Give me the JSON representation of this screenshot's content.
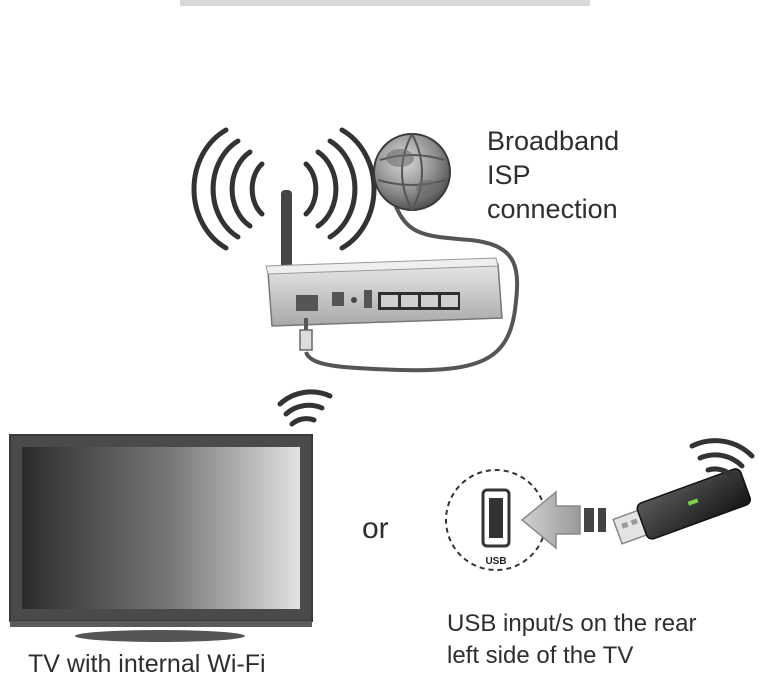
{
  "labels": {
    "isp_line1": "Broadband",
    "isp_line2": "ISP",
    "isp_line3": "connection",
    "or": "or",
    "usb_line1": "USB input/s on the rear",
    "usb_line2": "left side of the TV",
    "usb_port": "USB",
    "tv": "TV with internal Wi-Fi"
  },
  "icons": [
    "wifi-signal-icon",
    "globe-icon",
    "router-icon",
    "ethernet-plug-icon",
    "tv-icon",
    "usb-port-icon",
    "arrow-left-icon",
    "usb-dongle-icon"
  ],
  "colors": {
    "text": "#2e2e2e",
    "screen_dark": "#3a3a3a",
    "dongle_light": "#7cd64a"
  }
}
